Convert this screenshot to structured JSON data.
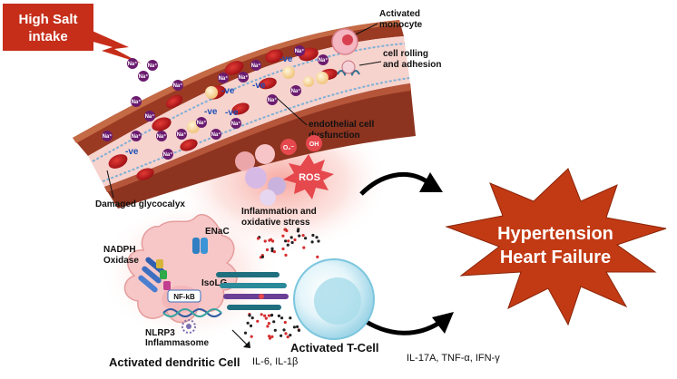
{
  "diagram": {
    "salt_box": {
      "line1": "High Salt",
      "line2": "intake",
      "color": "#c62e1a"
    },
    "vessel_labels": {
      "monocyte_line1": "Activated",
      "monocyte_line2": "monocyte",
      "rolling_line1": "cell rolling",
      "rolling_line2": "and adhesion",
      "endothelial_line1": "endothelial cell",
      "endothelial_line2": "dysfunction",
      "glycocalyx": "Damaged glycocalyx"
    },
    "ions": {
      "sodium": "Na⁺",
      "negative_charge": "-ve"
    },
    "ros": {
      "label": "ROS",
      "superoxide": "O₂⁻",
      "hydroxyl": "OH",
      "caption_line1": "Inflammation and",
      "caption_line2": "oxidative stress"
    },
    "dendritic": {
      "enac": "ENaC",
      "nadph_line1": "NADPH",
      "nadph_line2": "Oxidase",
      "nfkb": "NF-kB",
      "isolg": "IsoLG",
      "nlrp3_line1": "NLRP3",
      "nlrp3_line2": "Inflammasome",
      "cell_label": "Activated dendritic Cell",
      "cytokines": "IL-6, IL-1β"
    },
    "tcell": {
      "label": "Activated T-Cell",
      "cytokines": "IL-17A, TNF-α, IFN-γ"
    },
    "outcome": {
      "line1": "Hypertension",
      "line2": "Heart Failure",
      "color": "#c23a14"
    }
  }
}
